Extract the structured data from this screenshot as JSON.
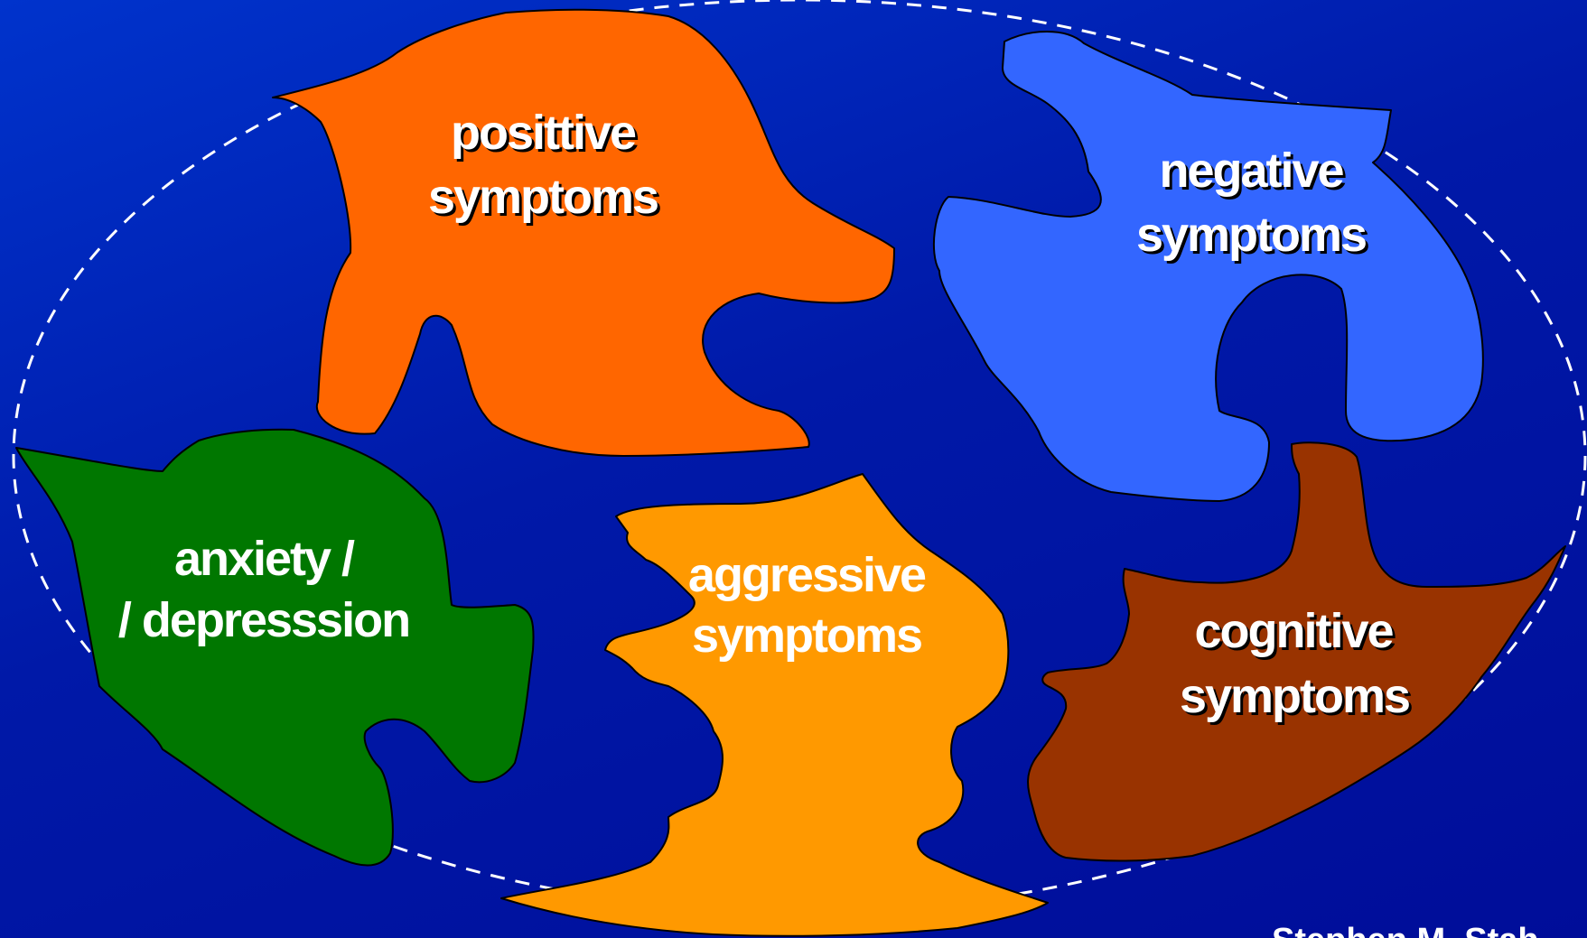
{
  "diagram": {
    "colors": {
      "background": "#0022bb",
      "outline": "#ffffff",
      "positive": "#ff6600",
      "negative": "#3366ff",
      "anxiety": "#007700",
      "aggressive": "#ff9900",
      "cognitive": "#993300"
    },
    "pieces": {
      "positive": {
        "line1": "posittive",
        "line2": "symptoms"
      },
      "negative": {
        "line1": "negative",
        "line2": "symptoms"
      },
      "anxiety": {
        "line1": "anxiety /",
        "line2": "/ depresssion"
      },
      "aggressive": {
        "line1": "aggressive",
        "line2": "symptoms"
      },
      "cognitive": {
        "line1": "cognitive",
        "line2": "symptoms"
      }
    },
    "author": "Stephen M. Stah"
  }
}
